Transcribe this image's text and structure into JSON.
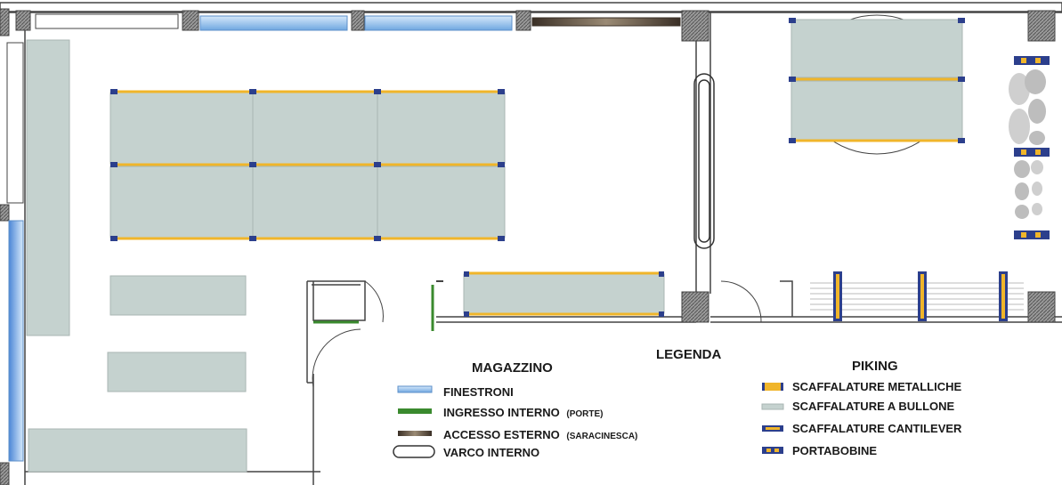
{
  "colors": {
    "bolted_shelf": "#c5d2cf",
    "bolted_edge": "#a9b6b3",
    "metal_shelf": "#f0b52a",
    "cantilever": "#2c3f8c",
    "window": "#7fb2e6",
    "inner_door": "#3a8a2e",
    "shutter": "#5a4a3a",
    "wall": "#444444"
  },
  "labels": {
    "magazzino": "MAGAZZINO",
    "legenda": "LEGENDA",
    "piking": "PIKING"
  },
  "legend": {
    "finestroni": "FINESTRONI",
    "ingresso_interno": "INGRESSO INTERNO",
    "ingresso_note": "(PORTE)",
    "accesso_esterno": "ACCESSO ESTERNO",
    "accesso_note": "(SARACINESCA)",
    "varco_interno": "VARCO INTERNO",
    "scaffalature_metalliche": "SCAFFALATURE METALLICHE",
    "scaffalature_bullone": "SCAFFALATURE A BULLONE",
    "scaffalature_cantilever": "SCAFFALATURE CANTILEVER",
    "portabobine": "PORTABOBINE"
  }
}
